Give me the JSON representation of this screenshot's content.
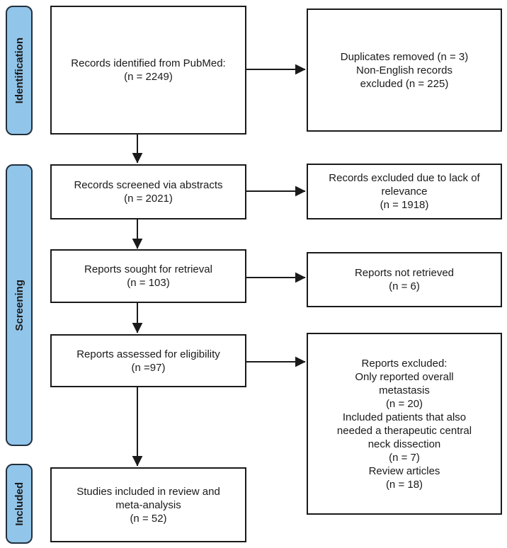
{
  "sidebar": {
    "identification_label": "Identification",
    "screening_label": "Screening",
    "included_label": "Included"
  },
  "boxes": {
    "records_identified": {
      "line1": "Records identified from PubMed:",
      "line2": "(n = 2249)"
    },
    "duplicates_removed": {
      "line1": "Duplicates removed (n = 3)",
      "line2": "Non-English records",
      "line3": "excluded (n = 225)"
    },
    "records_screened": {
      "line1": "Records screened via abstracts",
      "line2": "(n = 2021)"
    },
    "records_excluded": {
      "line1": "Records excluded due to lack of",
      "line2": "relevance",
      "line3": "(n = 1918)"
    },
    "reports_sought": {
      "line1": "Reports sought for retrieval",
      "line2": "(n = 103)"
    },
    "reports_not_retrieved": {
      "line1": "Reports not retrieved",
      "line2": "(n = 6)"
    },
    "reports_assessed": {
      "line1": "Reports assessed for eligibility",
      "line2": "(n =97)"
    },
    "reports_excluded": {
      "line1": "Reports excluded:",
      "line2": "Only reported overall",
      "line3": "metastasis",
      "line4": "(n = 20)",
      "line5": "Included patients that also",
      "line6": "needed a therapeutic central",
      "line7": "neck dissection",
      "line8": "(n = 7)",
      "line9": "Review articles",
      "line10": "(n = 18)"
    },
    "studies_included": {
      "line1": "Studies included in review and",
      "line2": "meta-analysis",
      "line3": "(n = 52)"
    }
  },
  "colors": {
    "stage_fill": "#92C5EA",
    "stage_border": "#22303C",
    "stage_text": "#1A1A1A",
    "box_border": "#1A1A1A",
    "text_color": "#1A1A1A",
    "arrow_color": "#1A1A1A",
    "background": "#FFFFFF"
  }
}
